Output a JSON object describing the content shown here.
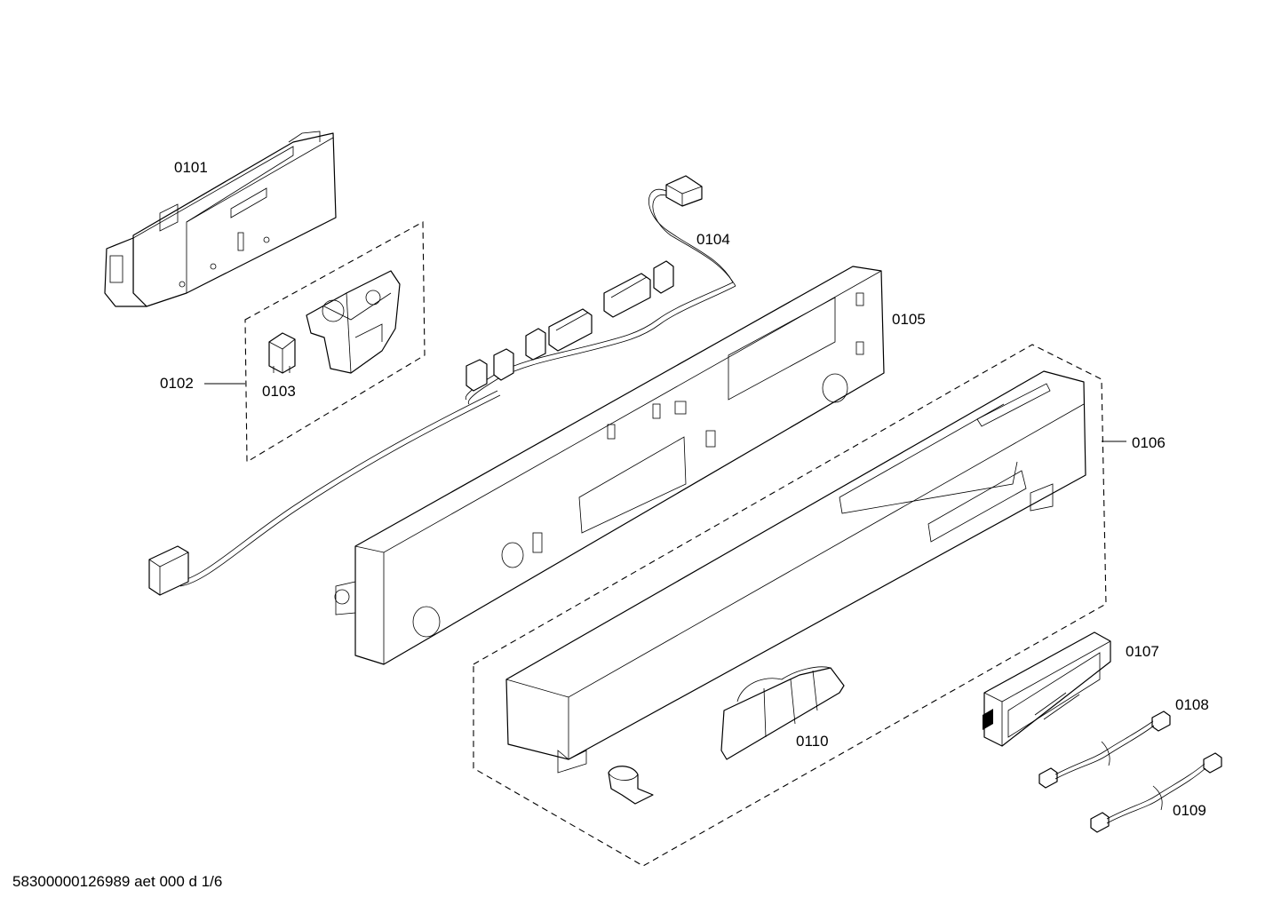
{
  "labels": {
    "p0101": "0101",
    "p0102": "0102",
    "p0103": "0103",
    "p0104": "0104",
    "p0105": "0105",
    "p0106": "0106",
    "p0107": "0107",
    "p0108": "0108",
    "p0109": "0109",
    "p0110": "0110"
  },
  "footer": "58300000126989 aet 000 d 1/6"
}
